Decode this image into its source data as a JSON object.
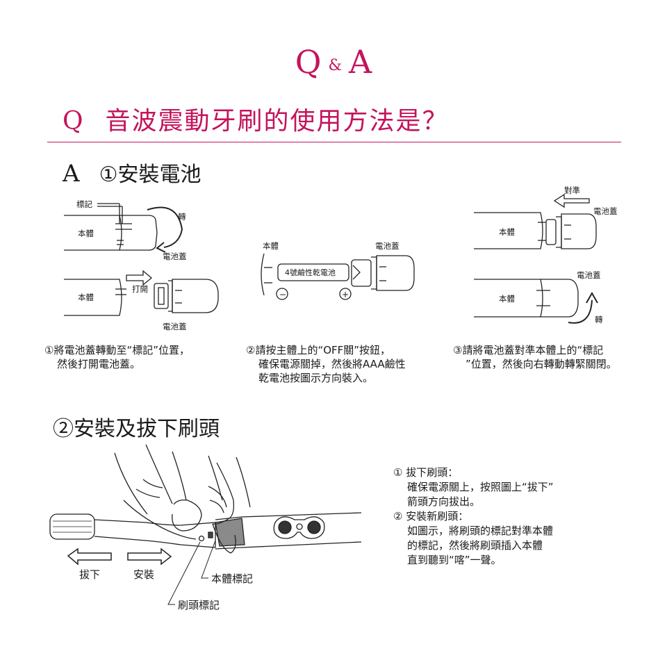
{
  "header": {
    "q_letter": "Q",
    "amp": "&",
    "a_letter": "A",
    "question_mark": "Q",
    "question": "音波震動牙刷的使用方法是？"
  },
  "answer": {
    "letter": "A",
    "step1_title": "①安裝電池",
    "step2_title": "②安裝及拔下刷頭"
  },
  "fig1": {
    "mark": "標記",
    "body": "本體",
    "turn": "轉",
    "cover": "電池蓋",
    "body2": "本體",
    "open": "打開",
    "cover2": "電池蓋"
  },
  "fig2": {
    "body": "本體",
    "cover": "電池蓋",
    "battery": "4號鹼性乾電池",
    "minus": "−",
    "plus": "+"
  },
  "fig3": {
    "align": "對準",
    "cover": "電池蓋",
    "body": "本體",
    "cover2": "電池蓋",
    "body2": "本體",
    "turn": "轉"
  },
  "captions": {
    "c1": [
      "①將電池蓋轉動至“標記”位置，",
      "然後打開電池蓋。"
    ],
    "c2": [
      "②請按主體上的“OFF關”按鈕，",
      "確保電源關掉，然後將AAA鹼性",
      "乾電池按圖示方向裝入。"
    ],
    "c3": [
      "③請將電池蓋對準本體上的“標記",
      "”位置，然後向右轉動轉緊關閉。"
    ]
  },
  "fig4": {
    "remove": "拔下",
    "install": "安裝",
    "body_mark": "本體標記",
    "head_mark": "刷頭標記"
  },
  "instructions": {
    "i1_title": "① 拔下刷頭：",
    "i1_lines": [
      "確保電源關上，按照圖上“拔下”",
      "箭頭方向拔出。"
    ],
    "i2_title": "② 安裝新刷頭：",
    "i2_lines": [
      "如圖示，將刷頭的標記對準本體",
      "的標記，然後將刷頭插入本體",
      "直到聽到“喀”一聲。"
    ]
  },
  "colors": {
    "accent": "#c4135c",
    "text": "#1a1a1a",
    "line": "#222222",
    "gray": "#8a8a8a"
  }
}
